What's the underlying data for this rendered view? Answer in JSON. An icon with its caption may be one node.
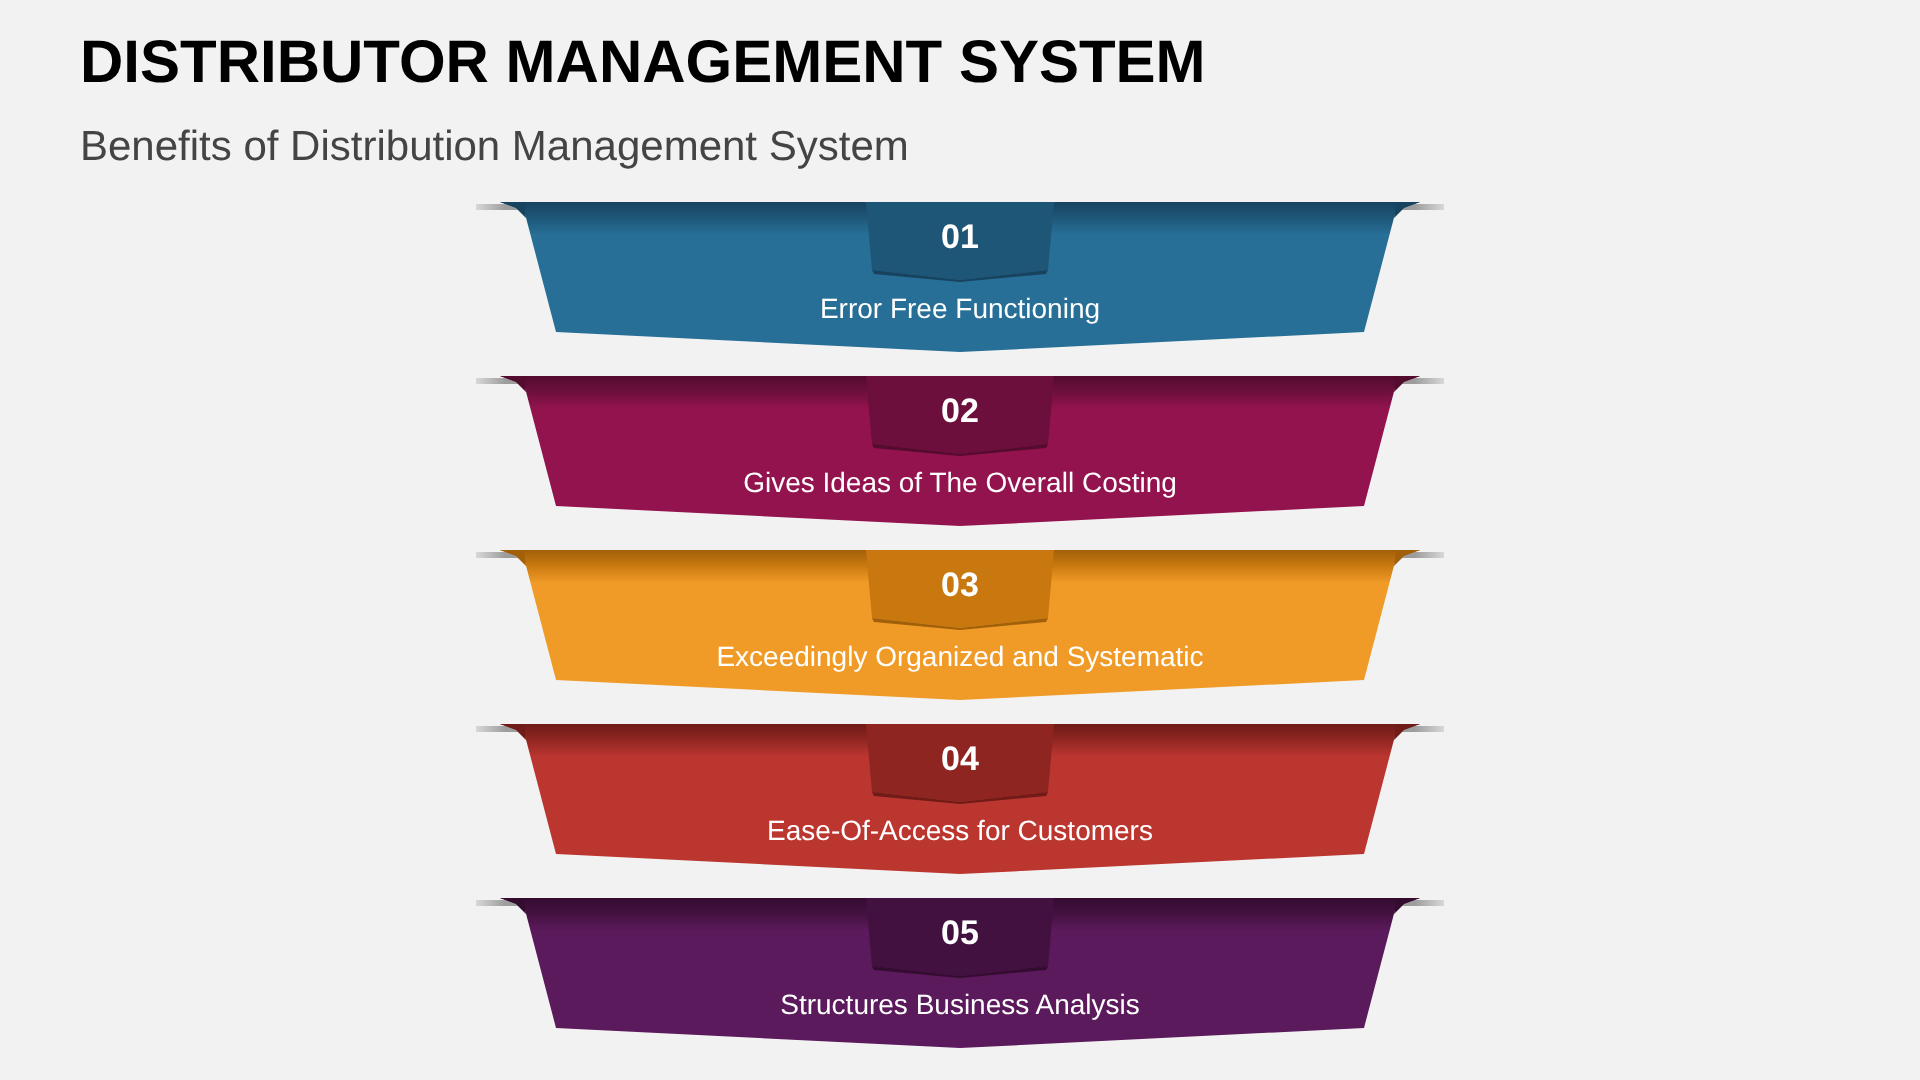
{
  "diagram": {
    "title": "DISTRIBUTOR MANAGEMENT SYSTEM",
    "nodes": [
      {
        "text": [
          "Error Free Functioning"
        ]
      },
      {
        "text": [
          "01"
        ],
        "in": 0
      },
      {
        "text": [
          "Gives Ideas of The Overall Costing"
        ]
      },
      {
        "text": [
          "02"
        ],
        "in": 2
      },
      {
        "text": [
          "Exceedingly Organized and Systematic"
        ]
      },
      {
        "text": [
          "03"
        ],
        "in": 4
      },
      {
        "text": [
          "Ease-Of-Access for Customers"
        ]
      },
      {
        "text": [
          "04"
        ],
        "in": 6
      },
      {
        "text": [
          "Structures Business Analysis"
        ]
      },
      {
        "text": [
          "05"
        ],
        "in": 8
      }
    ],
    "labels": [
      "Benefits of Distribution Management System"
    ]
  }
}
